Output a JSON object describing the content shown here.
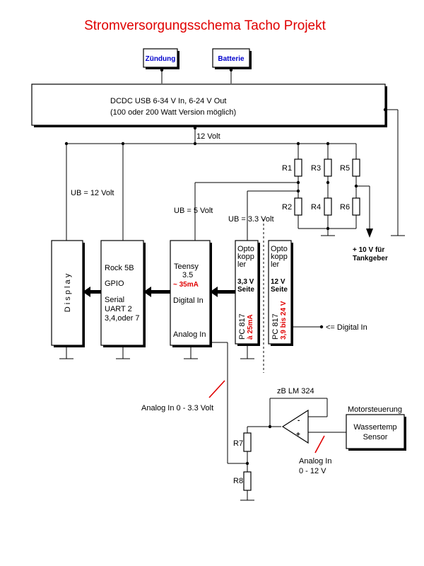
{
  "title": "Stromversorgungsschema Tacho Projekt",
  "inputs": {
    "ignition": "Zündung",
    "battery": "Batterie"
  },
  "dcdc": {
    "line1": "DCDC USB 6-34 V In, 6-24 V Out",
    "line2": "(100 oder 200 Watt Version möglich)"
  },
  "bus": {
    "v12": "12 Volt",
    "ub12": "UB = 12 Volt",
    "ub5": "UB = 5 Volt",
    "ub33": "UB = 3.3 Volt"
  },
  "resistors": {
    "r1": "R1",
    "r2": "R2",
    "r3": "R3",
    "r4": "R4",
    "r5": "R5",
    "r6": "R6",
    "r7": "R7",
    "r8": "R8"
  },
  "tank": {
    "line1": "+ 10 V für",
    "line2": "Tankgeber"
  },
  "display": {
    "label": "D i s p l a y"
  },
  "rock": {
    "l1": "Rock 5B",
    "l2": "GPIO",
    "l3": "Serial",
    "l4": "UART 2",
    "l5": "3,4,oder 7"
  },
  "teensy": {
    "l1": "Teensy",
    "l2": "3.5",
    "current": "~ 35mA",
    "digital": "Digital In",
    "analog": "Analog In"
  },
  "opto1": {
    "l1": "Opto",
    "l2": "kopp",
    "l3": "ler",
    "side1": "3,3 V",
    "side2": "Seite",
    "part": "PC 817",
    "spec": "à 25mA"
  },
  "opto2": {
    "l1": "Opto",
    "l2": "kopp",
    "l3": "ler",
    "side1": "12 V",
    "side2": "Seite",
    "part": "PC 817",
    "spec": "3,9 bis 24 V"
  },
  "digital_in": "<= Digital In",
  "analog_label": "Analog In 0 - 3.3 Volt",
  "opamp": {
    "name": "zB LM 324",
    "minus": "-",
    "plus": "+"
  },
  "sensor": {
    "header": "Motorsteuerung",
    "l1": "Wassertemp",
    "l2": "Sensor"
  },
  "analog_range": {
    "l1": "Analog In",
    "l2": "0 - 12 V"
  },
  "colors": {
    "accent": "#e00000",
    "input_text": "#0000cc"
  }
}
